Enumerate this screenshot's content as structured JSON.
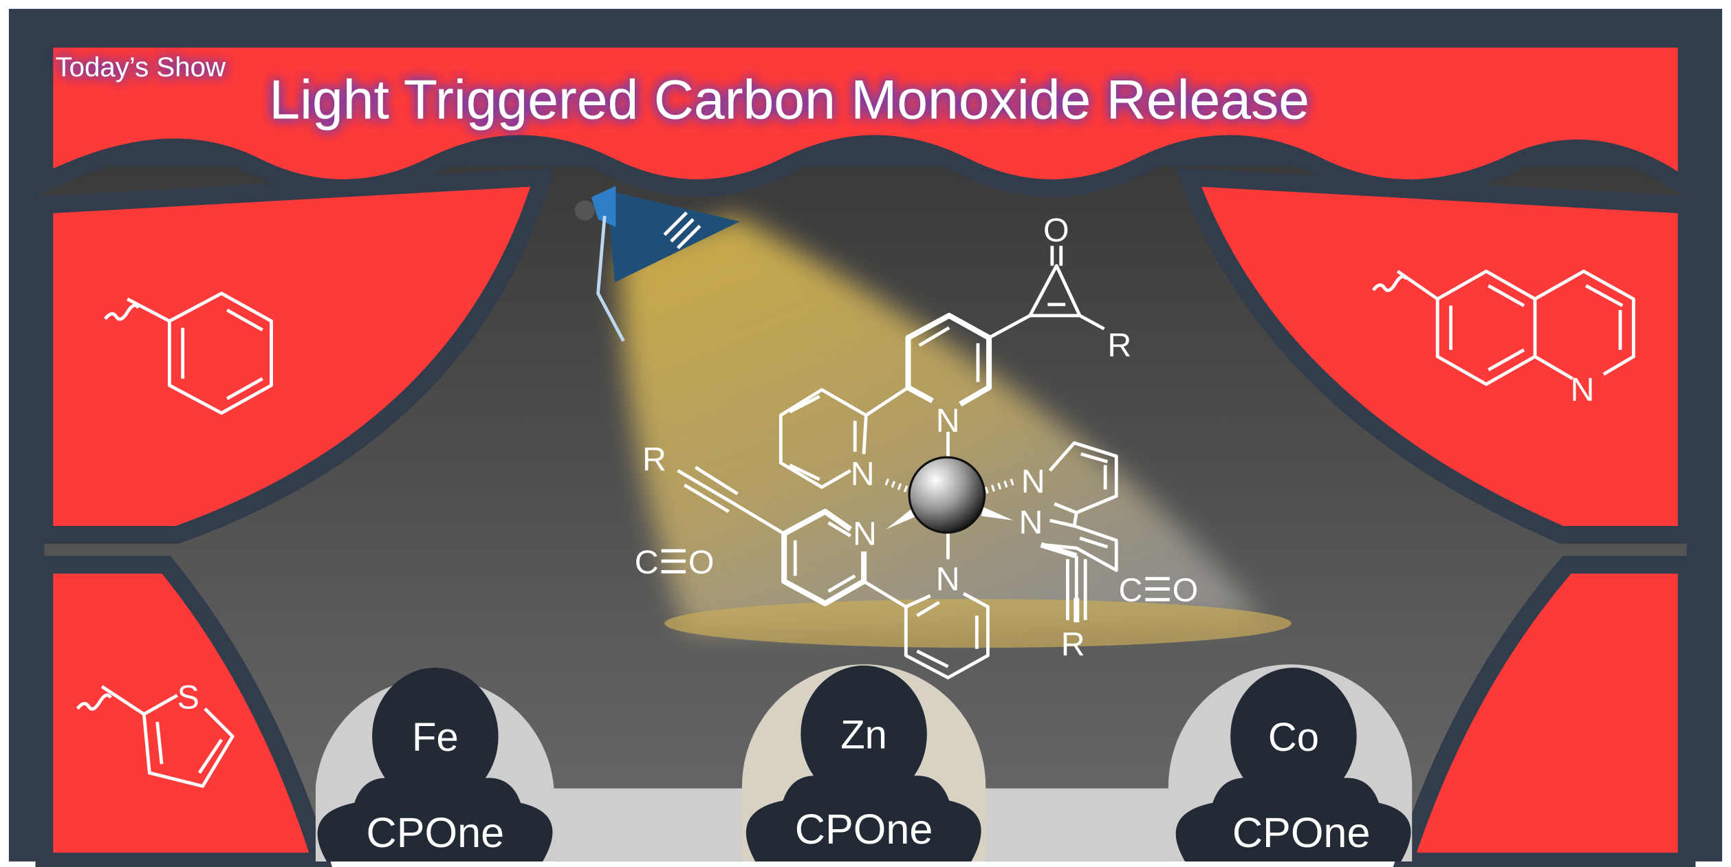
{
  "header": {
    "subtitle": "Today’s Show",
    "title": "Light Triggered Carbon Monoxide Release"
  },
  "molecule": {
    "atoms": {
      "n1": "N",
      "n2": "N",
      "n3": "N",
      "n4": "N",
      "n5": "N",
      "n6": "N",
      "o_ketone": "O",
      "r1": "R",
      "r2": "R",
      "r3": "R"
    },
    "co_left": "C☰O",
    "co_right": "C☰O"
  },
  "substituents": {
    "quinoline_n": "N",
    "thiophene_s": "S"
  },
  "metals": [
    {
      "symbol": "Fe",
      "label": "CPOne"
    },
    {
      "symbol": "Zn",
      "label": "CPOne"
    },
    {
      "symbol": "Co",
      "label": "CPOne"
    }
  ],
  "colors": {
    "frame": "#323c4b",
    "curtain": "#fc3a3a",
    "spotlight": "#d4b44a",
    "lamp": "#1f4e79",
    "title_glow": "#5a3fc0"
  }
}
